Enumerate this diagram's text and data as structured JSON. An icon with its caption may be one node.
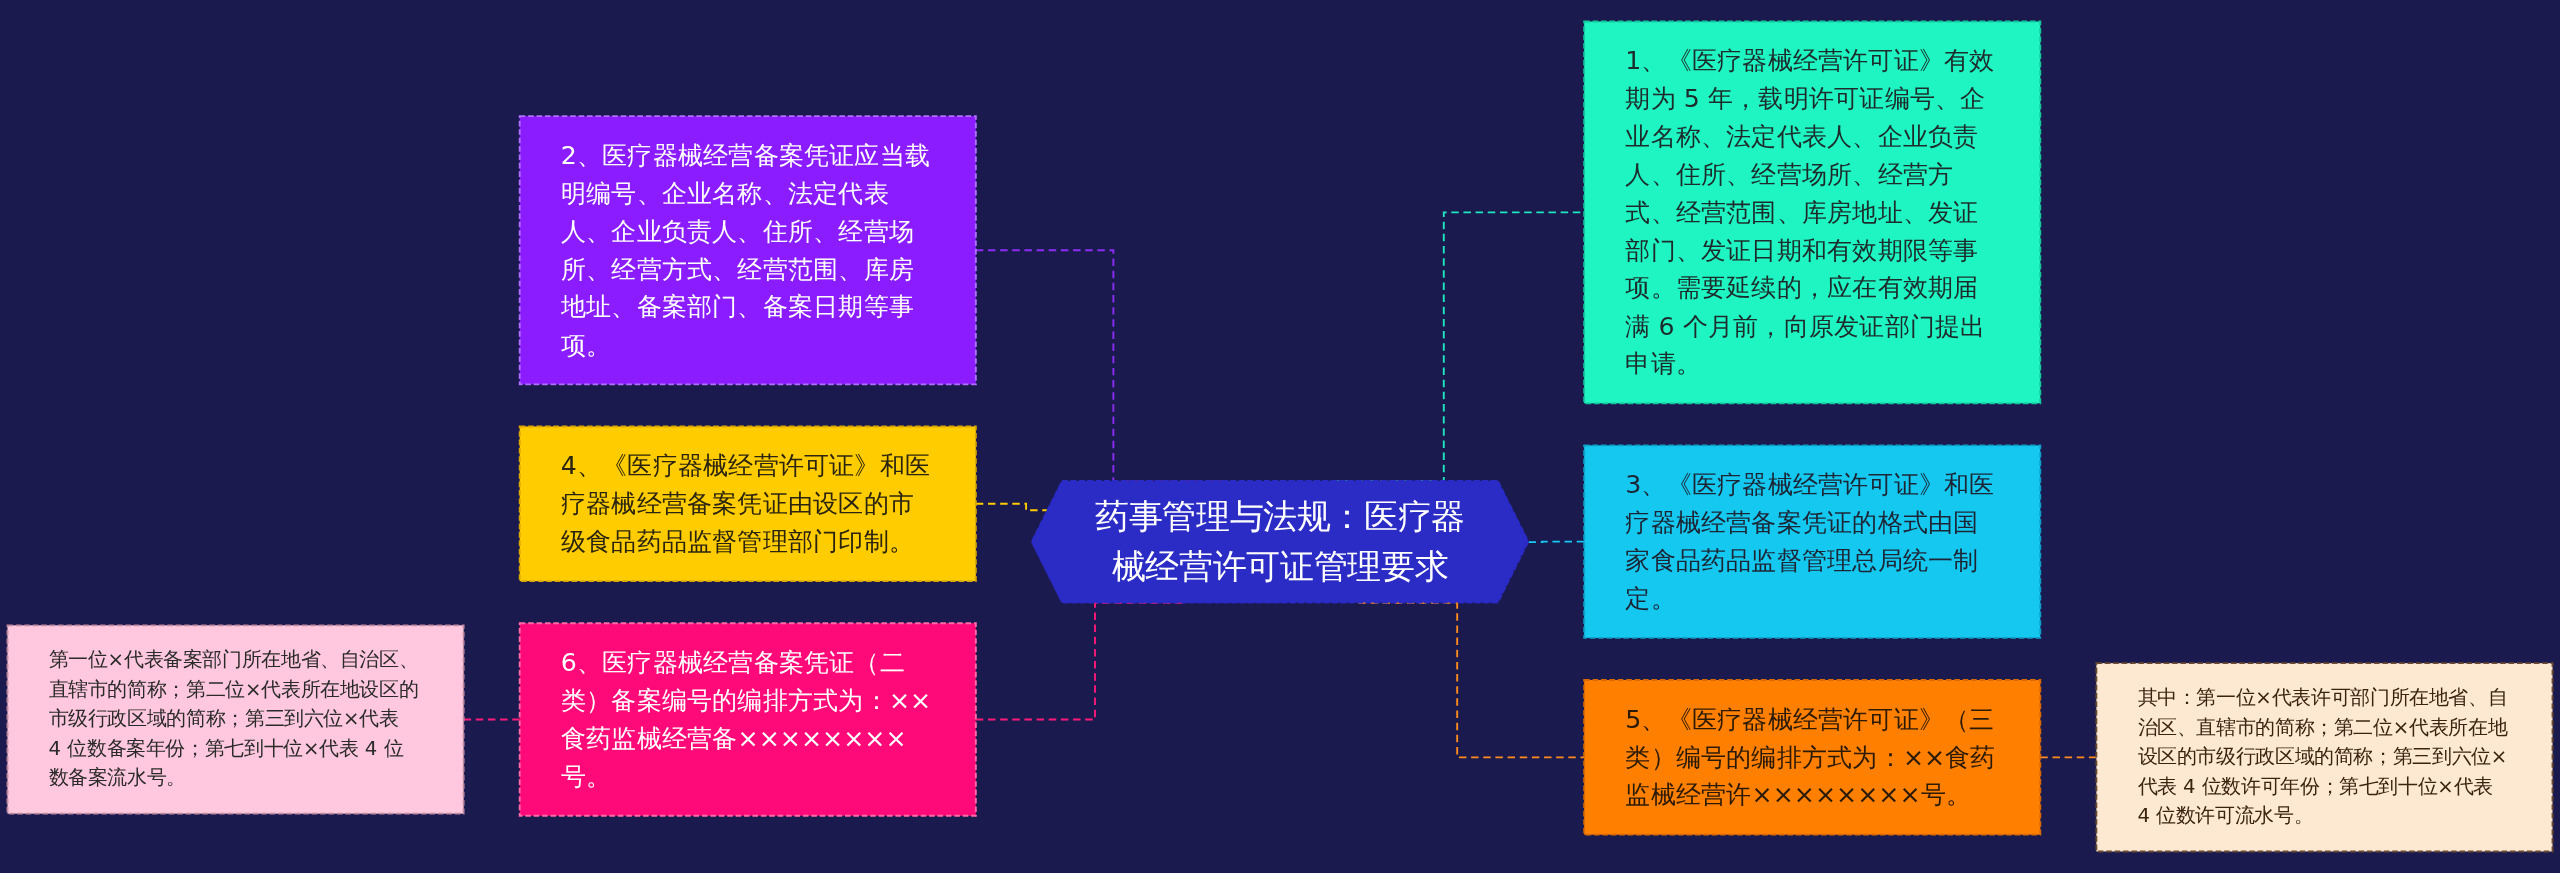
{
  "diagram": {
    "nodes": [
      {
        "text": [
          "药事管理与法规：医疗器械经营许可证管理要求"
        ]
      },
      {
        "text": [
          "1、《医疗器械经营许可证》有效期为 5 年，载明许可证编号、企业名称、法定代表人、企业负责人、住所、经营场所、经营方式、经营范围、库房地址、发证部门、发证日期和有效期限等事项。需要延续的，应在有效期届满 6 个月前，向原发证部门提出申请。"
        ]
      },
      {
        "text": [
          "2、医疗器械经营备案凭证应当载明编号、企业名称、法定代表人、企业负责人、住所、经营场所、经营方式、经营范围、库房地址、备案部门、备案日期等事项。"
        ]
      },
      {
        "text": [
          "3、《医疗器械经营许可证》和医疗器械经营备案凭证的格式由国家食品药品监督管理总局统一制定。"
        ]
      },
      {
        "text": [
          "4、《医疗器械经营许可证》和医疗器械经营备案凭证由设区的市级食品药品监督管理部门印制。"
        ]
      },
      {
        "text": [
          "5、《医疗器械经营许可证》（三类）编号的编排方式为：××食药监械经营许××××××××号。"
        ]
      },
      {
        "text": [
          "其中：第一位×代表许可部门所在地省、自治区、直辖市的简称；第二位×代表所在地设区的市级行政区域的简称；第三到六位×代表 4 位数许可年份；第七到十位×代表 4 位数许可流水号。"
        ]
      },
      {
        "text": [
          "6、医疗器械经营备案凭证（二类）备案编号的编排方式为：××食药监械经营备××××××××号。"
        ]
      },
      {
        "text": [
          "第一位×代表备案部门所在地省、自治区、直辖市的简称；第二位×代表所在地设区的市级行政区域的简称；第三到六位×代表 4 位数备案年份；第七到十位×代表 4 位数备案流水号。"
        ]
      }
    ],
    "edges": [
      {
        "from": 2,
        "to": 0,
        "arrow": "none",
        "style": "dashed",
        "color": "#8d2cf5"
      },
      {
        "from": 0,
        "to": 1,
        "arrow": "none",
        "style": "dashed",
        "color": "#1ee8c0"
      },
      {
        "from": 4,
        "to": 0,
        "arrow": "none",
        "style": "dashed",
        "color": "#ffcc00"
      },
      {
        "from": 0,
        "to": 3,
        "arrow": "none",
        "style": "dashed",
        "color": "#14c8f0"
      },
      {
        "from": 7,
        "to": 0,
        "arrow": "none",
        "style": "dashed",
        "color": "#ff1a7a"
      },
      {
        "from": 0,
        "to": 5,
        "arrow": "none",
        "style": "dashed",
        "color": "#ff8c1a"
      },
      {
        "from": 8,
        "to": 7,
        "arrow": "none",
        "style": "dashed",
        "color": "#ff1a7a"
      },
      {
        "from": 5,
        "to": 6,
        "arrow": "none",
        "style": "dashed",
        "color": "#ff8c1a"
      }
    ]
  }
}
